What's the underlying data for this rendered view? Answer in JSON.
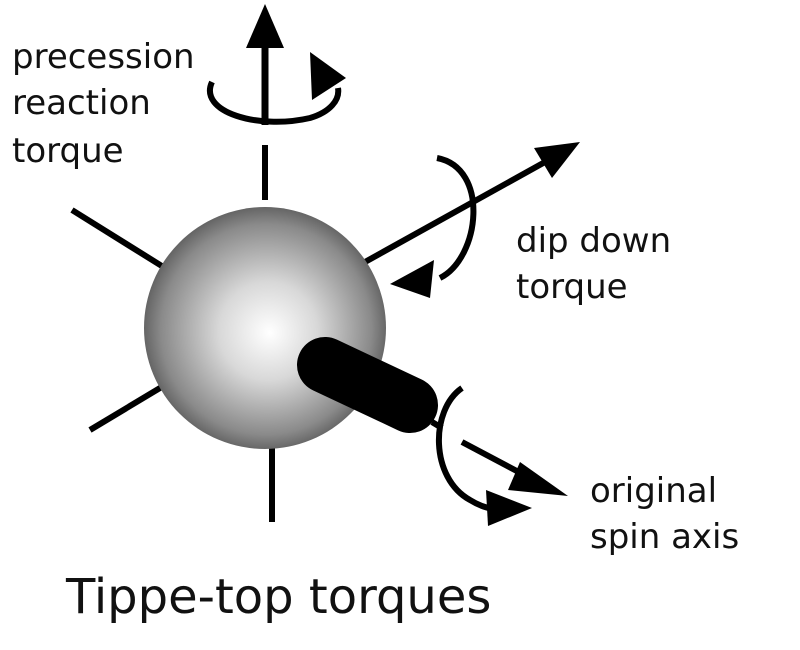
{
  "diagram": {
    "title": "Tippe-top torques",
    "labels": {
      "precession": [
        "precession",
        "reaction",
        "torque"
      ],
      "dip_down": [
        "dip down",
        "torque"
      ],
      "spin_axis": [
        "original",
        "spin axis"
      ]
    },
    "colors": {
      "ink": "#000000",
      "sphere_light": "#ffffff",
      "sphere_mid": "#a8a8a8",
      "sphere_dark": "#3a3a3a"
    }
  }
}
